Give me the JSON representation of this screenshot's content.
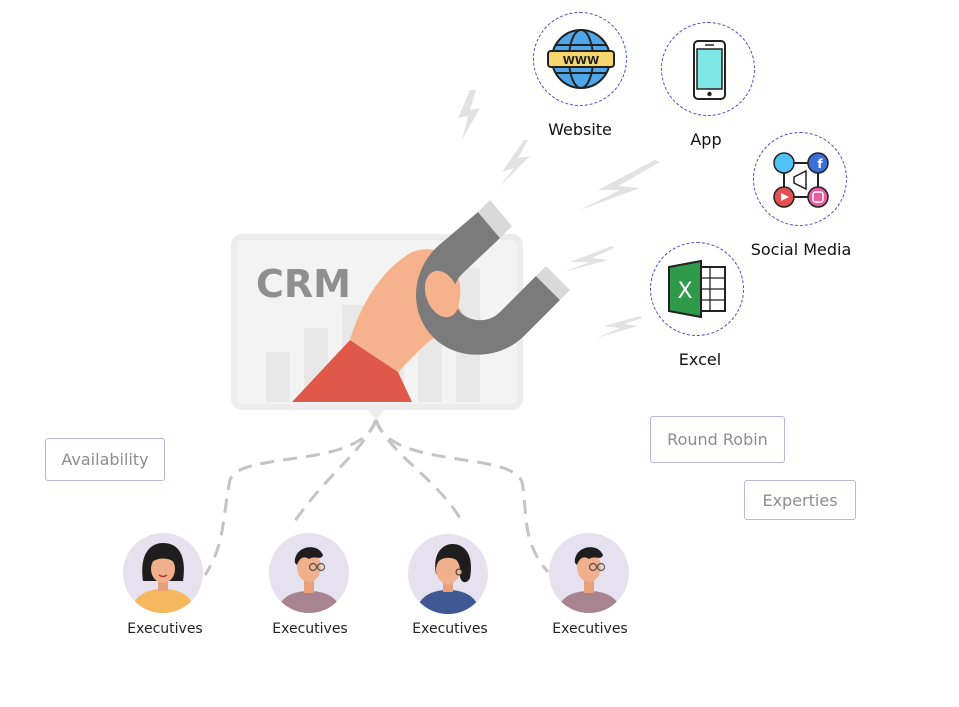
{
  "crm": {
    "title": "CRM"
  },
  "sources": [
    {
      "label": "Website",
      "icon": "globe-www-icon"
    },
    {
      "label": "App",
      "icon": "smartphone-icon"
    },
    {
      "label": "Social Media",
      "icon": "social-media-icon"
    },
    {
      "label": "Excel",
      "icon": "excel-icon"
    }
  ],
  "tags": {
    "availability": "Availability",
    "round_robin": "Round Robin",
    "experties": "Experties"
  },
  "executives": [
    {
      "label": "Executives"
    },
    {
      "label": "Executives"
    },
    {
      "label": "Executives"
    },
    {
      "label": "Executives"
    }
  ],
  "colors": {
    "circle_border": "#4b47c9",
    "hand_sleeve": "#e0584a",
    "magnet": "#7b7b7b"
  }
}
